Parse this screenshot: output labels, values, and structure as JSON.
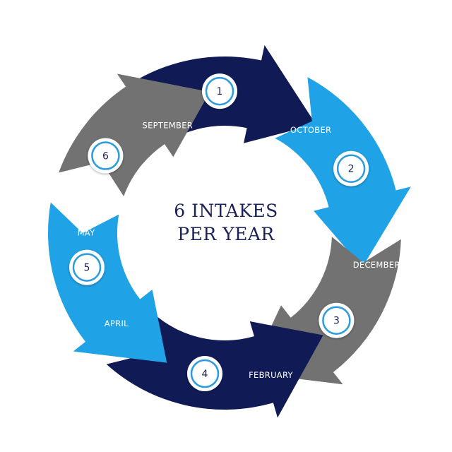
{
  "title": {
    "line1": "6 INTAKES",
    "line2": "PER YEAR"
  },
  "colors": {
    "navy": "#101a55",
    "sky": "#1fa3e6",
    "grey": "#727272",
    "badge_ring": "#2a9be0",
    "badge_text": "#1b2159",
    "text": "#ffffff"
  },
  "segments": [
    {
      "number": "1",
      "label": "SEPTEMBER",
      "color": "navy"
    },
    {
      "number": "2",
      "label": "OCTOBER",
      "color": "sky"
    },
    {
      "number": "3",
      "label": "DECEMBER",
      "color": "grey"
    },
    {
      "number": "4",
      "label": "FEBRUARY",
      "color": "navy"
    },
    {
      "number": "5",
      "label": "APRIL",
      "color": "sky"
    },
    {
      "number": "6",
      "label": "MAY",
      "color": "grey"
    }
  ]
}
